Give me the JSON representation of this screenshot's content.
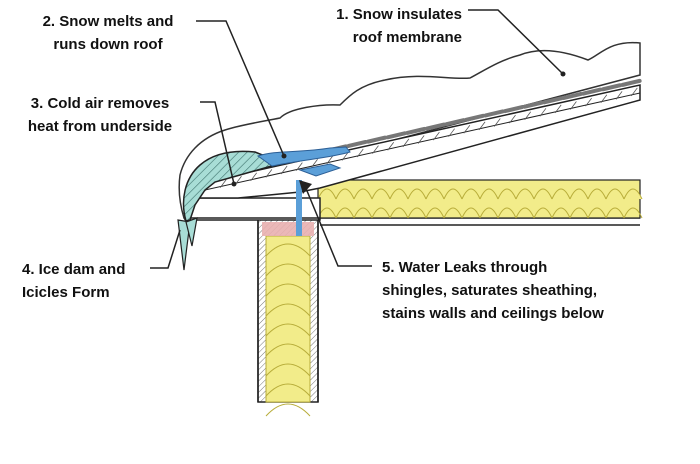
{
  "callouts": [
    {
      "id": "c1",
      "lines": [
        "1. Snow insulates",
        "roof membrane"
      ]
    },
    {
      "id": "c2",
      "lines": [
        "2. Snow melts and",
        "runs down roof"
      ]
    },
    {
      "id": "c3",
      "lines": [
        "3. Cold air removes",
        "heat from underside"
      ]
    },
    {
      "id": "c4",
      "lines": [
        "4. Ice dam and",
        "Icicles Form"
      ]
    },
    {
      "id": "c5",
      "lines": [
        "5. Water Leaks through",
        "shingles, saturates sheathing,",
        "stains walls and ceilings below"
      ]
    }
  ],
  "colors": {
    "insulation": "#f2ec8a",
    "insulation_line": "#b8ad3a",
    "ice": "#a8ddd6",
    "water": "#5b9fd8",
    "stain": "#d98a8a",
    "shingle": "#777777",
    "outline": "#222222"
  }
}
